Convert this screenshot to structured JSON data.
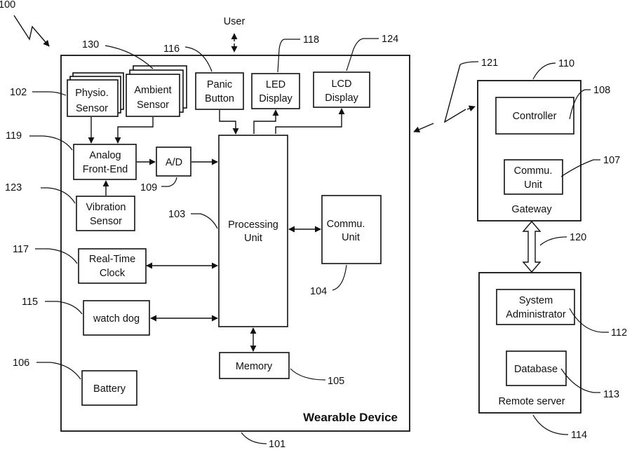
{
  "figure_ref": "100",
  "user_label": "User",
  "wearable": {
    "title": "Wearable Device",
    "ref": "101",
    "physio_sensor": {
      "lines": [
        "Physio.",
        "Sensor"
      ],
      "ref": "102"
    },
    "ambient_sensor": {
      "lines": [
        "Ambient",
        "Sensor"
      ],
      "ref": "130"
    },
    "panic_button": {
      "lines": [
        "Panic",
        "Button"
      ],
      "ref": "116"
    },
    "led_display": {
      "lines": [
        "LED",
        "Display"
      ],
      "ref": "118"
    },
    "lcd_display": {
      "lines": [
        "LCD",
        "Display"
      ],
      "ref": "124"
    },
    "analog_front_end": {
      "lines": [
        "Analog",
        "Front-End"
      ],
      "ref": "119"
    },
    "ad": {
      "lines": [
        "A/D"
      ],
      "ref": "109"
    },
    "vibration_sensor": {
      "lines": [
        "Vibration",
        "Sensor"
      ],
      "ref": "123"
    },
    "processing_unit": {
      "lines": [
        "Processing",
        "Unit"
      ],
      "ref": "103"
    },
    "commu_unit": {
      "lines": [
        "Commu.",
        "Unit"
      ],
      "ref": "104"
    },
    "real_time_clock": {
      "lines": [
        "Real-Time",
        "Clock"
      ],
      "ref": "117"
    },
    "watch_dog": {
      "lines": [
        "watch dog"
      ],
      "ref": "115"
    },
    "memory": {
      "lines": [
        "Memory"
      ],
      "ref": "105"
    },
    "battery": {
      "lines": [
        "Battery"
      ],
      "ref": "106"
    }
  },
  "wireless_ref": "121",
  "gateway": {
    "title": "Gateway",
    "ref": "110",
    "controller": {
      "lines": [
        "Controller"
      ],
      "ref": "108"
    },
    "commu_unit": {
      "lines": [
        "Commu.",
        "Unit"
      ],
      "ref": "107"
    }
  },
  "link_ref": "120",
  "remote_server": {
    "title": "Remote server",
    "ref": "114",
    "system_admin": {
      "lines": [
        "System",
        "Administrator"
      ],
      "ref": "112"
    },
    "database": {
      "lines": [
        "Database"
      ],
      "ref": "113"
    }
  }
}
